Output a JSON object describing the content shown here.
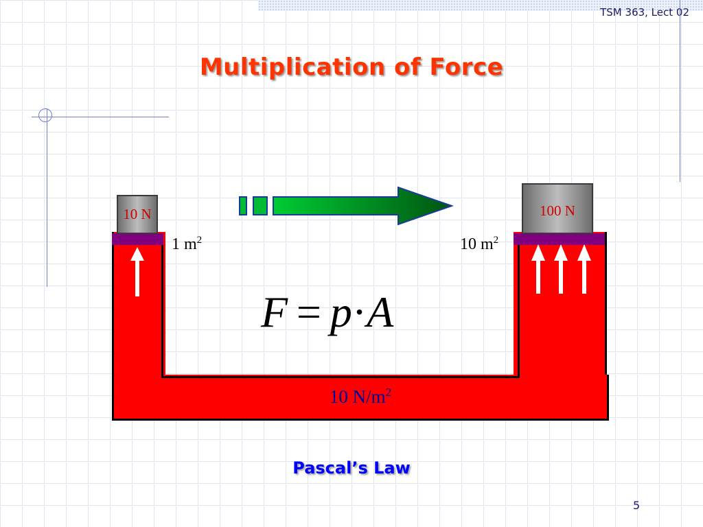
{
  "header": {
    "lecture_label": "TSM 363, Lect 02"
  },
  "slide": {
    "title": "Multiplication of Force",
    "small_piston": {
      "weight_label": "10 N",
      "area_value": "1 m",
      "area_exponent": "2"
    },
    "large_piston": {
      "weight_label": "100 N",
      "area_value": "10 m",
      "area_exponent": "2"
    },
    "pressure": {
      "value": "10 N/m",
      "exponent": "2"
    },
    "formula": {
      "lhs": "F",
      "eq": "=",
      "p": "p",
      "dot": "·",
      "a": "A"
    },
    "caption": "Pascal’s Law",
    "page_number": "5"
  },
  "colors": {
    "title": "#ff3300",
    "fluid": "#ff0000",
    "piston": "#800080",
    "arrow_green": "#00aa22",
    "caption": "#0000ff",
    "pressure_text": "#000099"
  },
  "icons": [
    "flow-arrow-icon",
    "up-arrow-icon"
  ]
}
